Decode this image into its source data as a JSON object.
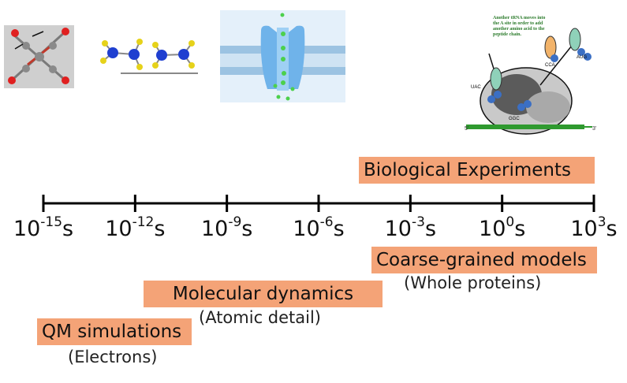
{
  "axis": {
    "ticks": [
      {
        "base": "10",
        "exp": "-15",
        "unit": "s"
      },
      {
        "base": "10",
        "exp": "-12",
        "unit": "s"
      },
      {
        "base": "10",
        "exp": "-9",
        "unit": "s"
      },
      {
        "base": "10",
        "exp": "-6",
        "unit": "s"
      },
      {
        "base": "10",
        "exp": "-3",
        "unit": "s"
      },
      {
        "base": "10",
        "exp": "0",
        "unit": "s"
      },
      {
        "base": "10",
        "exp": "3",
        "unit": "s"
      }
    ]
  },
  "bands": {
    "bio": {
      "label": "Biological Experiments"
    },
    "cg": {
      "label": "Coarse-grained models",
      "sub": "(Whole proteins)"
    },
    "md": {
      "label": "Molecular dynamics",
      "sub": "(Atomic detail)"
    },
    "qm": {
      "label": "QM simulations",
      "sub": "(Electrons)"
    }
  },
  "images": {
    "ribosome": {
      "caption": "Another tRNA moves into the A site in order to add another amino acid to the peptide chain.",
      "codons": [
        "UAC",
        "CCA",
        "AUG",
        "GGC"
      ]
    }
  },
  "colors": {
    "band": "#f4a377",
    "axis": "#000000",
    "membrane": "#b7d6ee",
    "channel": "#5aa9e6"
  }
}
